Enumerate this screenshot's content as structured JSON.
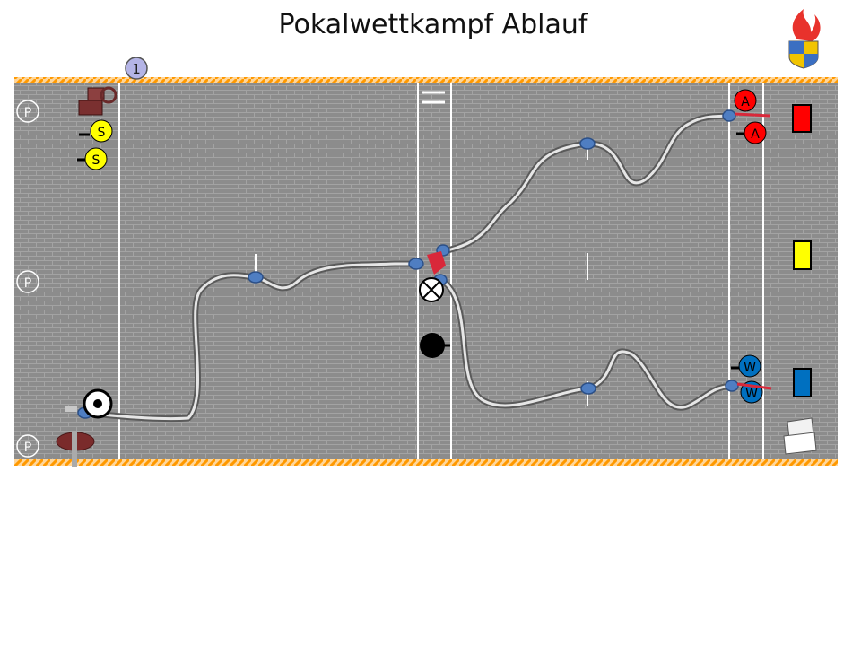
{
  "title": "Pokalwettkampf Ablauf",
  "step_badge": "1",
  "position_markers": [
    "P",
    "P",
    "P"
  ],
  "crew": {
    "s_label": "S",
    "a_label": "A",
    "w_label": "W"
  },
  "team_colors": {
    "a_troop": "#ff0000",
    "w_troop": "#0070c0",
    "s_troop": "#ffff00",
    "badge": "#b4b4e6"
  },
  "target_panels": [
    "#ff0000",
    "#ffff00",
    "#0070c0"
  ],
  "icons": [
    "fire-brigade-emblem",
    "step-badge",
    "hydrant",
    "pump",
    "distributor",
    "jet-pipe",
    "cone",
    "monitor"
  ]
}
